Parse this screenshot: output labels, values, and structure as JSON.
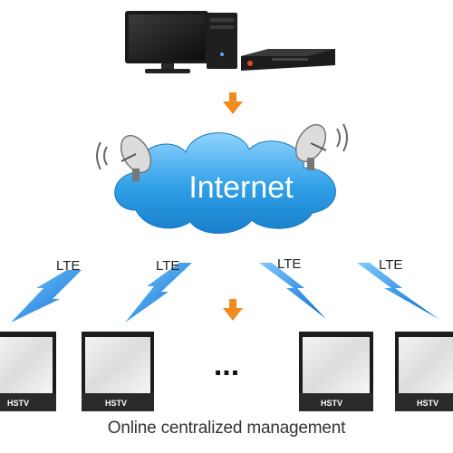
{
  "cloud_label": "Internet",
  "links": [
    {
      "label": "LTE"
    },
    {
      "label": "LTE"
    },
    {
      "label": "LTE"
    },
    {
      "label": "LTE"
    }
  ],
  "terminals": [
    {
      "label": "HSTV"
    },
    {
      "label": "HSTV"
    },
    {
      "label": "HSTV"
    },
    {
      "label": "HSTV"
    }
  ],
  "ellipsis": "...",
  "caption": "Online centralized management",
  "colors": {
    "arrow": "#f08c1e",
    "cloud": "#3aa8e8",
    "lightning": "#1e90e0"
  }
}
